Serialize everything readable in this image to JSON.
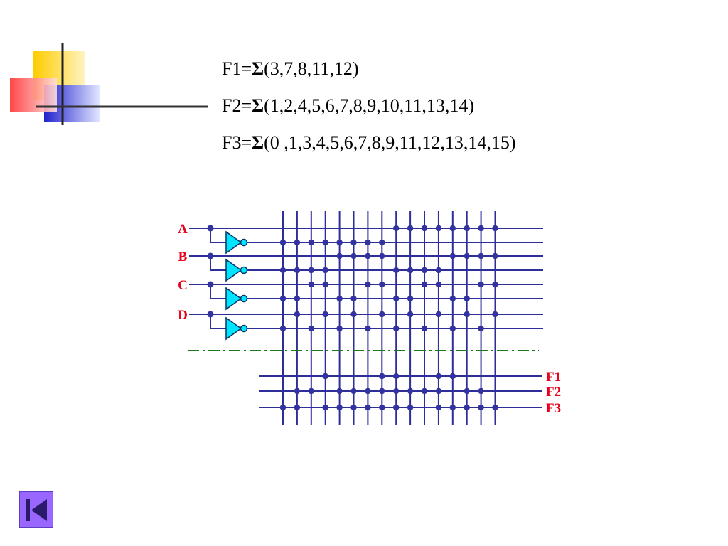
{
  "equations": [
    {
      "prefix": "F1=",
      "sigma": "Σ",
      "terms": "(3,7,8,11,12)"
    },
    {
      "prefix": "F2=",
      "sigma": "Σ",
      "terms": "(1,2,4,5,6,7,8,9,10,11,13,14)"
    },
    {
      "prefix": "F3=",
      "sigma": "Σ",
      "terms": "(0 ,1,3,4,5,6,7,8,9,11,12,13,14,15)"
    }
  ],
  "inputs": [
    "A",
    "B",
    "C",
    "D"
  ],
  "outputs": [
    "F1",
    "F2",
    "F3"
  ],
  "colors": {
    "wire": "#2e2e9a",
    "dot": "#3333a0",
    "inverter_fill": "#00e5ff",
    "label": "#e8001c",
    "divider": "#1a7a1a",
    "nav_button": "#9966ff"
  },
  "and_array": {
    "lines": [
      "A",
      "A'",
      "B",
      "B'",
      "C",
      "C'",
      "D",
      "D'"
    ],
    "minterms": [
      0,
      1,
      2,
      3,
      4,
      5,
      6,
      7,
      8,
      9,
      10,
      11,
      12,
      13,
      14,
      15
    ]
  },
  "or_array": {
    "F1": [
      3,
      7,
      8,
      11,
      12
    ],
    "F2": [
      1,
      2,
      4,
      5,
      6,
      7,
      8,
      9,
      10,
      11,
      13,
      14
    ],
    "F3": [
      0,
      1,
      3,
      4,
      5,
      6,
      7,
      8,
      9,
      11,
      12,
      13,
      14,
      15
    ]
  },
  "nav": {
    "icon": "back-to-start-icon"
  }
}
